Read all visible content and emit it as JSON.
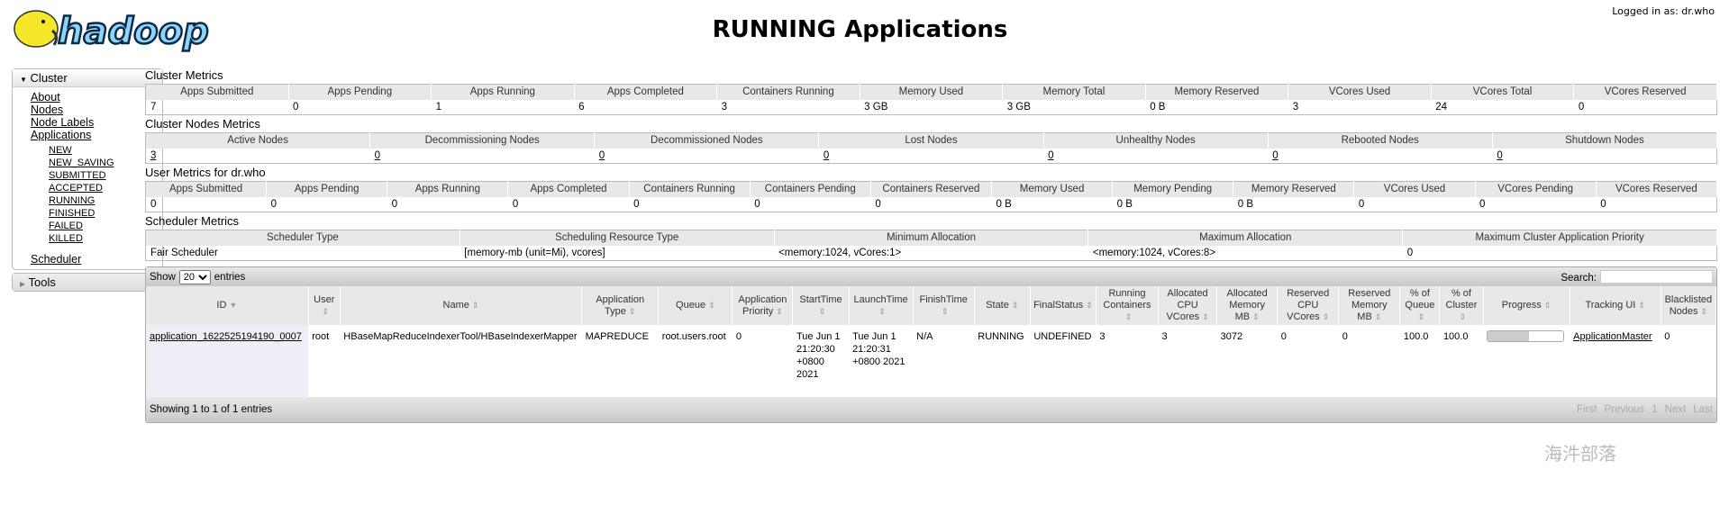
{
  "header": {
    "logo_text": "hadoop",
    "title": "RUNNING Applications",
    "login": "Logged in as: dr.who"
  },
  "sidebar": {
    "cluster_label": "Cluster",
    "items": [
      "About",
      "Nodes",
      "Node Labels",
      "Applications"
    ],
    "app_states": [
      "NEW",
      "NEW_SAVING",
      "SUBMITTED",
      "ACCEPTED",
      "RUNNING",
      "FINISHED",
      "FAILED",
      "KILLED"
    ],
    "scheduler": "Scheduler",
    "tools_label": "Tools"
  },
  "metrics": [
    {
      "title": "Cluster Metrics",
      "headers": [
        "Apps Submitted",
        "Apps Pending",
        "Apps Running",
        "Apps Completed",
        "Containers Running",
        "Memory Used",
        "Memory Total",
        "Memory Reserved",
        "VCores Used",
        "VCores Total",
        "VCores Reserved"
      ],
      "values": [
        "7",
        "0",
        "1",
        "6",
        "3",
        "3 GB",
        "3 GB",
        "0 B",
        "3",
        "24",
        "0"
      ],
      "links": false
    },
    {
      "title": "Cluster Nodes Metrics",
      "headers": [
        "Active Nodes",
        "Decommissioning Nodes",
        "Decommissioned Nodes",
        "Lost Nodes",
        "Unhealthy Nodes",
        "Rebooted Nodes",
        "Shutdown Nodes"
      ],
      "values": [
        "3",
        "0",
        "0",
        "0",
        "0",
        "0",
        "0"
      ],
      "links": true
    },
    {
      "title": "User Metrics for dr.who",
      "headers": [
        "Apps Submitted",
        "Apps Pending",
        "Apps Running",
        "Apps Completed",
        "Containers Running",
        "Containers Pending",
        "Containers Reserved",
        "Memory Used",
        "Memory Pending",
        "Memory Reserved",
        "VCores Used",
        "VCores Pending",
        "VCores Reserved"
      ],
      "values": [
        "0",
        "0",
        "0",
        "0",
        "0",
        "0",
        "0",
        "0 B",
        "0 B",
        "0 B",
        "0",
        "0",
        "0"
      ],
      "links": false
    },
    {
      "title": "Scheduler Metrics",
      "headers": [
        "Scheduler Type",
        "Scheduling Resource Type",
        "Minimum Allocation",
        "Maximum Allocation",
        "Maximum Cluster Application Priority"
      ],
      "values": [
        "Fair Scheduler",
        "[memory-mb (unit=Mi), vcores]",
        "<memory:1024, vCores:1>",
        "<memory:1024, vCores:8>",
        "0"
      ],
      "links": false
    }
  ],
  "apps": {
    "show_label": "Show",
    "entries_label": "entries",
    "page_size": "20",
    "search_label": "Search:",
    "search_value": "",
    "columns": [
      "ID",
      "User",
      "Name",
      "Application Type",
      "Queue",
      "Application Priority",
      "StartTime",
      "LaunchTime",
      "FinishTime",
      "State",
      "FinalStatus",
      "Running Containers",
      "Allocated CPU VCores",
      "Allocated Memory MB",
      "Reserved CPU VCores",
      "Reserved Memory MB",
      "% of Queue",
      "% of Cluster",
      "Progress",
      "Tracking UI",
      "Blacklisted Nodes"
    ],
    "rows": [
      {
        "id": "application_1622525194190_0007",
        "user": "root",
        "name": "HBaseMapReduceIndexerTool/HBaseIndexerMapper",
        "type": "MAPREDUCE",
        "queue": "root.users.root",
        "priority": "0",
        "start": "Tue Jun 1 21:20:30 +0800 2021",
        "launch": "Tue Jun 1 21:20:31 +0800 2021",
        "finish": "N/A",
        "state": "RUNNING",
        "final": "UNDEFINED",
        "running": "3",
        "cpu": "3",
        "mem": "3072",
        "rcpu": "0",
        "rmem": "0",
        "pq": "100.0",
        "pc": "100.0",
        "progress_percent": 55,
        "tracking": "ApplicationMaster",
        "blacklisted": "0"
      }
    ],
    "info": "Showing 1 to 1 of 1 entries",
    "pager": [
      "First",
      "Previous",
      "1",
      "Next",
      "Last"
    ]
  },
  "watermark": "海汼部落"
}
